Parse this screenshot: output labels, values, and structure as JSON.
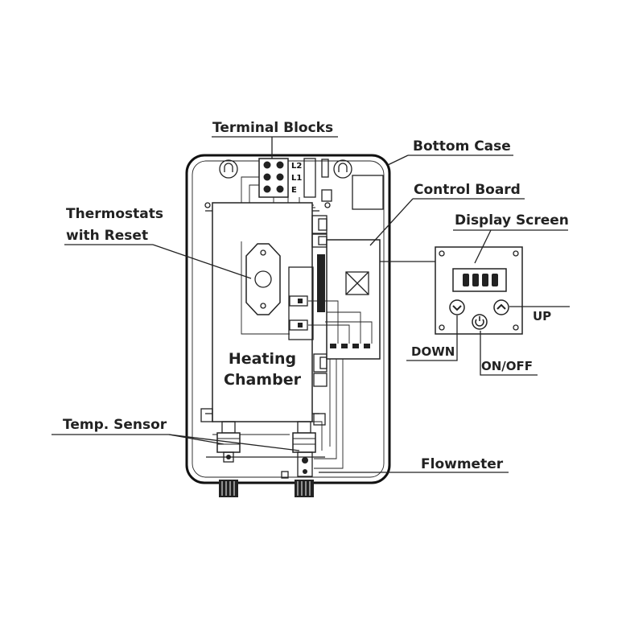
{
  "labels": {
    "terminal_blocks": "Terminal Blocks",
    "bottom_case": "Bottom Case",
    "control_board": "Control Board",
    "thermostats_line1": "Thermostats",
    "thermostats_line2": "with Reset",
    "display_screen": "Display Screen",
    "heating_line1": "Heating",
    "heating_line2": "Chamber",
    "temp_sensor": "Temp. Sensor",
    "flowmeter": "Flowmeter",
    "up": "UP",
    "down": "DOWN",
    "on_off": "ON/OFF"
  },
  "terminal_marks": {
    "l2": "L2",
    "l1": "L1",
    "earth": "E"
  },
  "colors": {
    "line": "#222222",
    "background": "#ffffff"
  },
  "icons": {
    "up_button": "chevron-up-icon",
    "down_button": "chevron-down-icon",
    "power_button": "power-icon"
  }
}
